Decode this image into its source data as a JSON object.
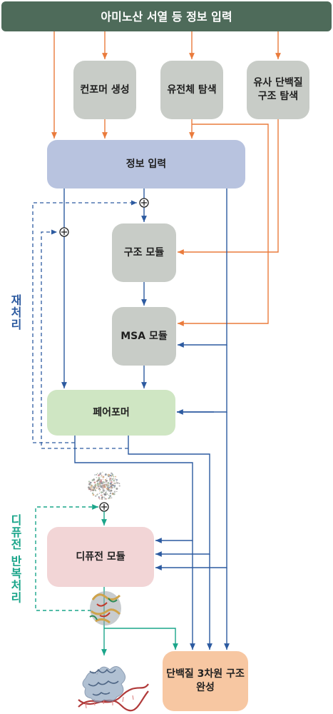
{
  "title": "아미노산 서열 등 정보 입력",
  "nodes": {
    "conformer": "컨포머 생성",
    "genome": "유전체 탐색",
    "similar": "유사 단백질\n구조 탐색",
    "info_input": "정보 입력",
    "structure": "구조 모듈",
    "msa": "MSA 모듈",
    "pairformer": "페어포머",
    "diffusion": "디퓨전 모듈",
    "result": "단백질 3차원 구조\n완성"
  },
  "side_labels": {
    "recycling": "재처리",
    "diffusion_iter": "디퓨전 반복처리"
  },
  "colors": {
    "title_bar": "#4e6b5a",
    "gray_box": "#c8ccc7",
    "blue_box": "#b8c3df",
    "green_box": "#cfe6c3",
    "pink_box": "#f2d5d6",
    "orange_box": "#f7c7a2",
    "orange_arrow": "#ea7b3c",
    "blue_arrow": "#2c5aa0",
    "teal_arrow": "#1aa58a"
  },
  "icons": [
    "plus-circle-icon",
    "noise-cloud-icon",
    "protein-ligand-icon",
    "protein-dna-icon"
  ]
}
